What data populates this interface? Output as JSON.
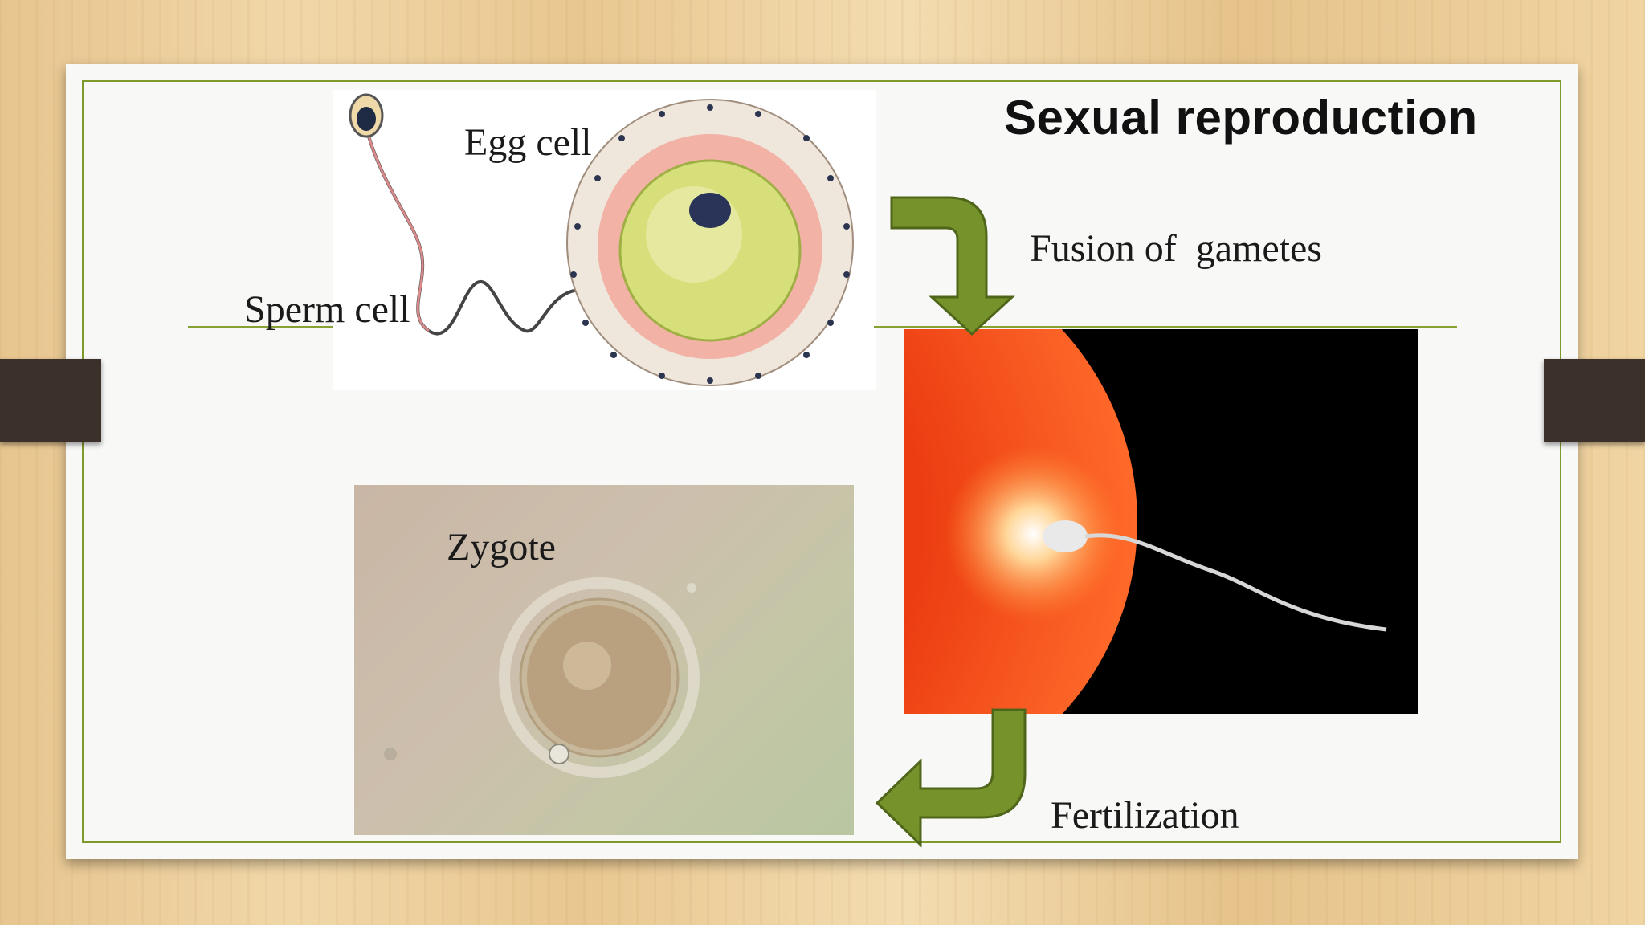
{
  "slide": {
    "title": "Sexual reproduction",
    "labels": {
      "egg_cell": "Egg cell",
      "sperm_cell": "Sperm cell",
      "fusion": "Fusion of  gametes",
      "zygote": "Zygote",
      "fertilization": "Fertilization"
    }
  },
  "colors": {
    "accent_green": "#7e9a2d",
    "arrow_green": "#76922a",
    "clip_brown": "#3b302a"
  }
}
